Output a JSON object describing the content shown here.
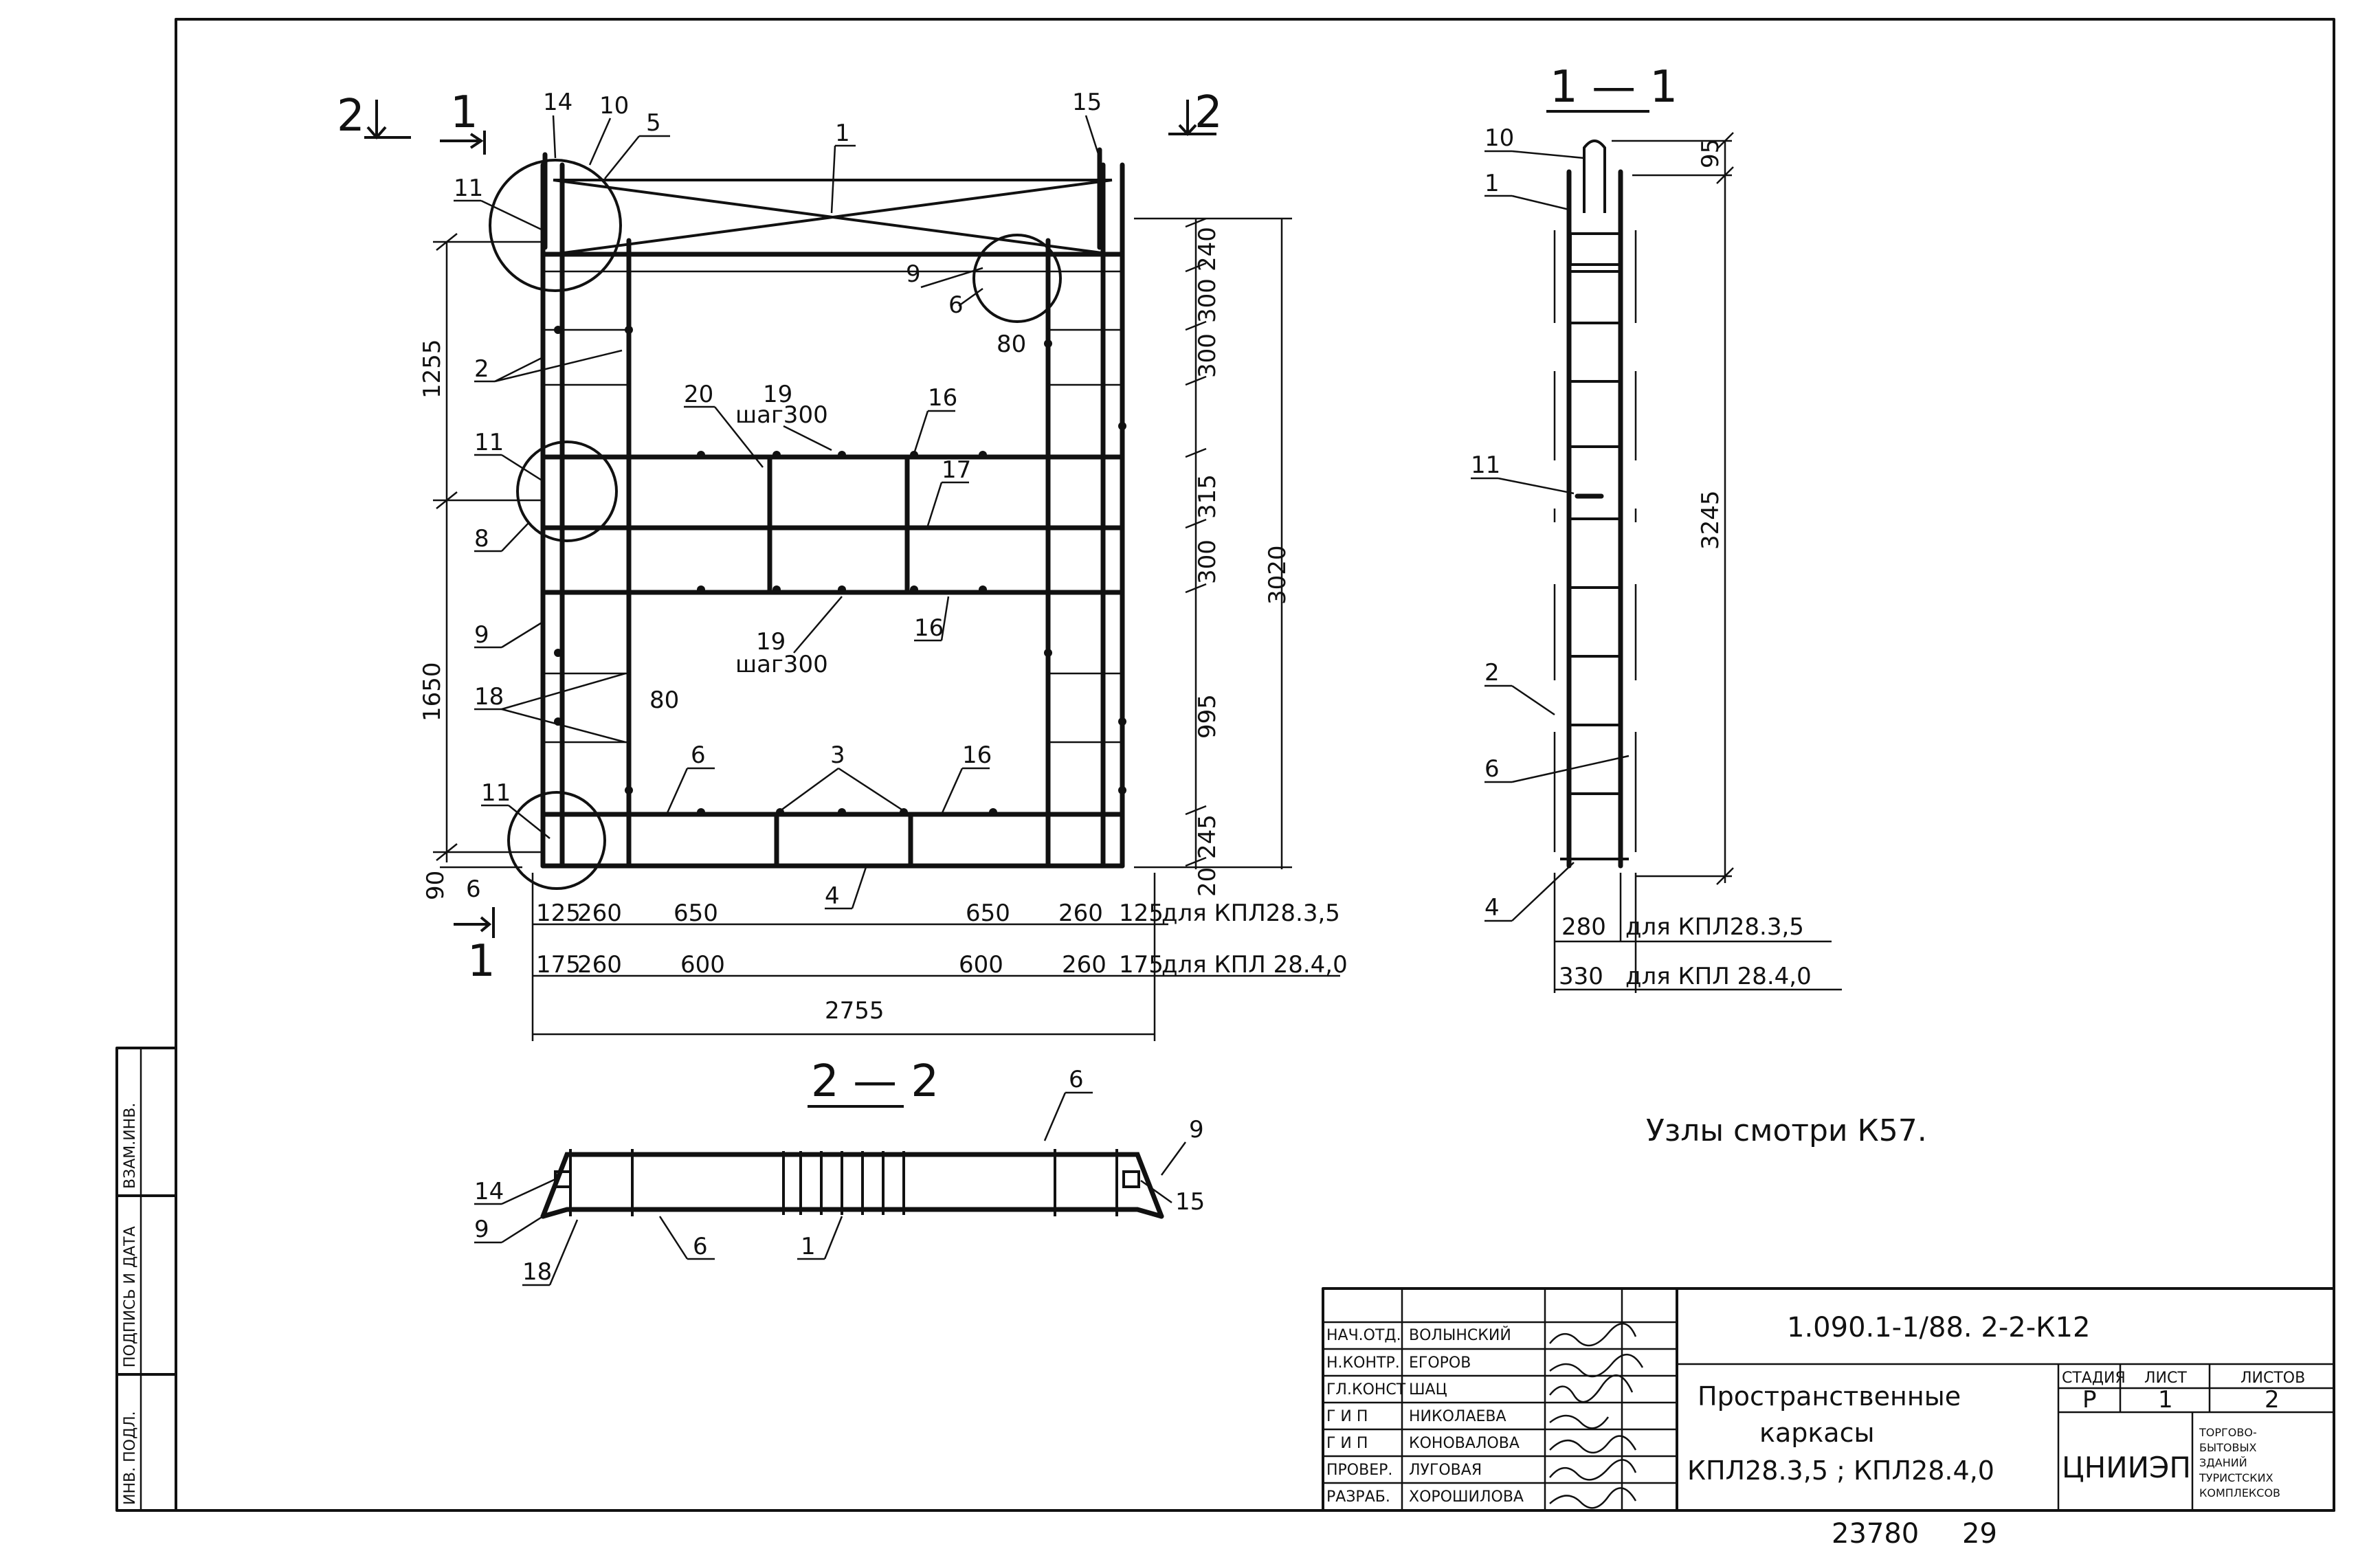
{
  "sections": {
    "s11": "1 — 1",
    "s22": "2 — 2",
    "mark1": "1",
    "mark2": "2"
  },
  "labels": {
    "l1": "1",
    "l2": "2",
    "l3": "3",
    "l4": "4",
    "l5": "5",
    "l6": "6",
    "l8": "8",
    "l9": "9",
    "l10": "10",
    "l11": "11",
    "l14": "14",
    "l15": "15",
    "l16": "16",
    "l17": "17",
    "l18": "18",
    "l19": "19",
    "l20": "20",
    "step": "шаг300"
  },
  "dims": {
    "d240": "240",
    "d300a": "300",
    "d300b": "300",
    "d315": "315",
    "d300c": "300",
    "d995": "995",
    "d245": "245",
    "d20": "20",
    "d3020": "3020",
    "d1255": "1255",
    "d1650": "1650",
    "d90": "90",
    "d6": "6",
    "d80": "80",
    "d125": "125",
    "d260": "260",
    "d650": "650",
    "d175": "175",
    "d600": "600",
    "d2755": "2755",
    "d95": "95",
    "d3245": "3245",
    "d280": "280",
    "d330": "330",
    "for35": "для КПЛ28.3,5",
    "for40": "для КПЛ 28.4,0",
    "for35b": "для КПЛ28.3,5",
    "for40b": "для КПЛ 28.4,0"
  },
  "note": "Узлы смотри К57.",
  "side_stamp": {
    "c1": "ИНВ. ПОДЛ.",
    "c2": "ПОДПИСЬ И ДАТА",
    "c3": "ВЗАМ.ИНВ."
  },
  "title_block": {
    "rows": [
      {
        "role": "НАЧ.ОТД.",
        "name": "ВОЛЫНСКИЙ"
      },
      {
        "role": "Н.КОНТР.",
        "name": "ЕГОРОВ"
      },
      {
        "role": "ГЛ.КОНСТ",
        "name": "ШАЦ"
      },
      {
        "role": "Г И П",
        "name": "НИКОЛАЕВА"
      },
      {
        "role": "Г И П",
        "name": "КОНОВАЛОВА"
      },
      {
        "role": "ПРОВЕР.",
        "name": "ЛУГОВАЯ"
      },
      {
        "role": "РАЗРАБ.",
        "name": "ХОРОШИЛОВА"
      }
    ],
    "code": "1.090.1-1/88. 2-2-К12",
    "title_line1": "Пространственные",
    "title_line2": "каркасы",
    "title_line3": "КПЛ28.3,5 ; КПЛ28.4,0",
    "stage_h": "СТАДИЯ",
    "sheet_h": "ЛИСТ",
    "sheets_h": "ЛИСТОВ",
    "stage": "Р",
    "sheet": "1",
    "sheets": "2",
    "org": "ЦНИИЭП",
    "org_note1": "ТОРГОВО-",
    "org_note2": "БЫТОВЫХ",
    "org_note3": "ЗДАНИЙ",
    "org_note4": "ТУРИСТСКИХ",
    "org_note5": "КОМПЛЕКСОВ"
  },
  "footer": {
    "num": "23780",
    "page": "29"
  }
}
